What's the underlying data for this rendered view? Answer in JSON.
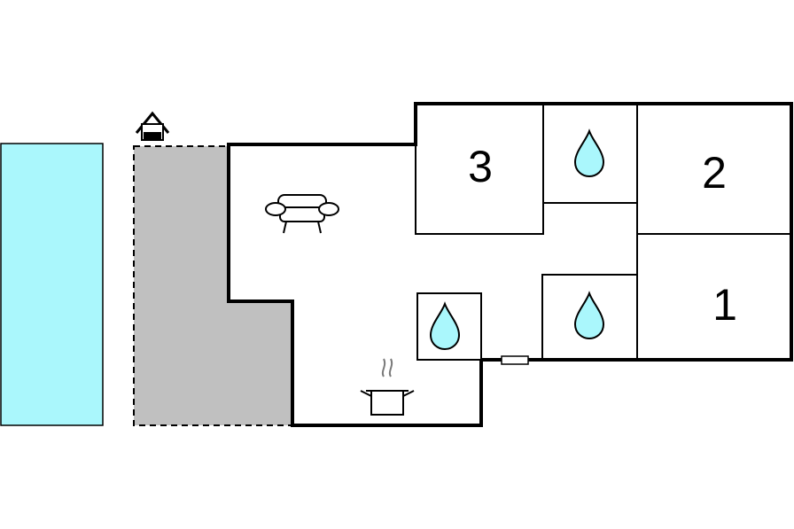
{
  "floorplan": {
    "colors": {
      "pool": "#aaf7fc",
      "terrace": "#c0c0c0",
      "wall": "#000000",
      "water_drop": "#aaf7fc",
      "background": "#ffffff"
    },
    "rooms": [
      {
        "id": "bedroom-3",
        "label": "3"
      },
      {
        "id": "bedroom-2",
        "label": "2"
      },
      {
        "id": "bedroom-1",
        "label": "1"
      }
    ],
    "icons": [
      "pool-area",
      "terrace-area",
      "house-entrance-icon",
      "sofa-icon",
      "cooking-pot-icon",
      "water-drop-icon",
      "water-drop-icon",
      "water-drop-icon",
      "radiator-icon"
    ]
  }
}
